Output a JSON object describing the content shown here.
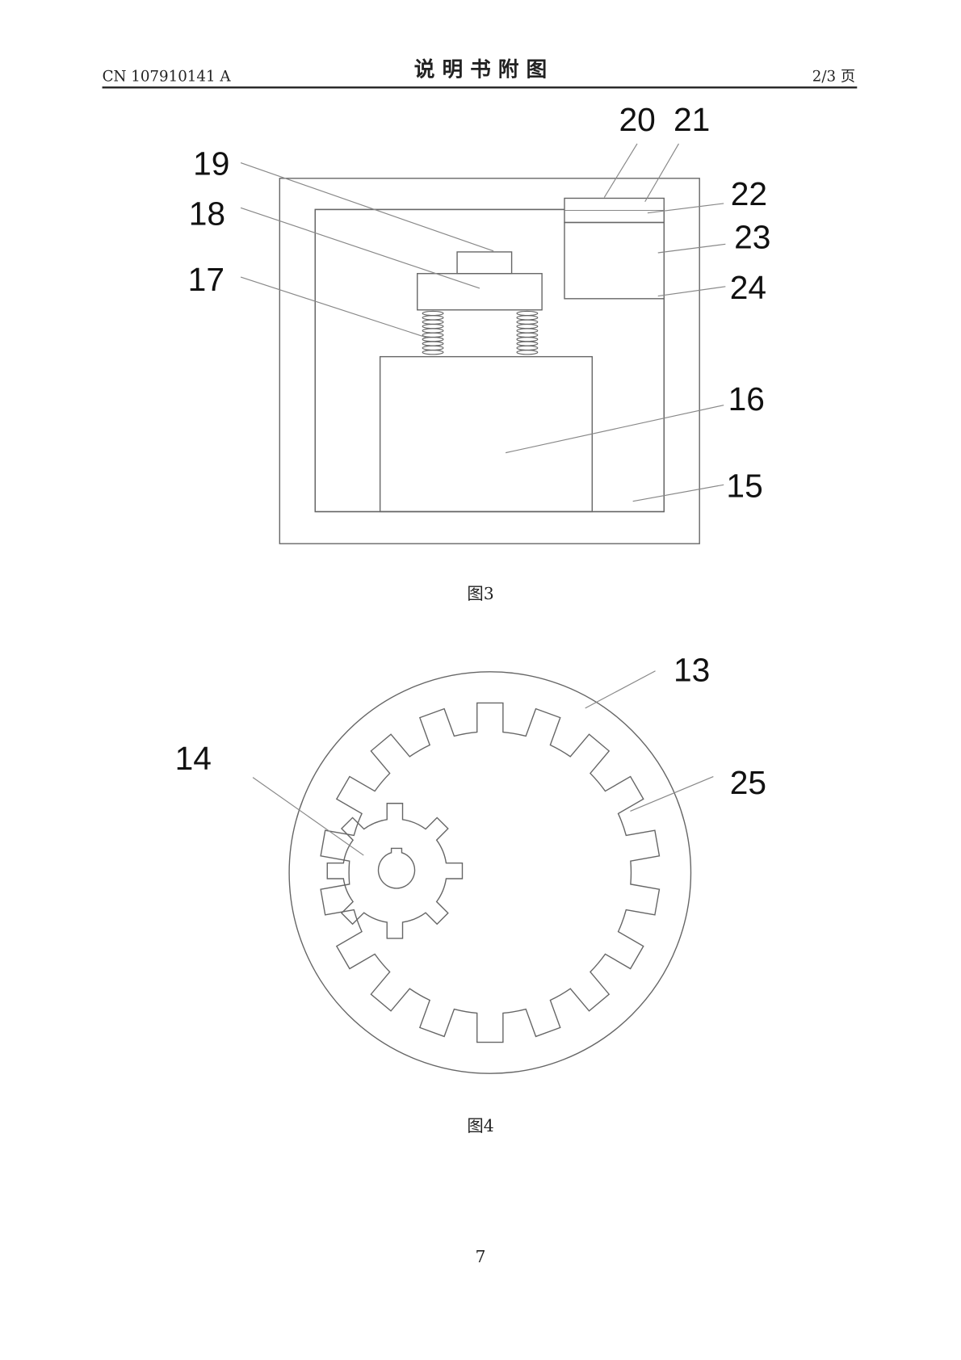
{
  "header": {
    "doc_number": "CN 107910141 A",
    "title": "说 明 书 附 图",
    "page_of": "2/3 页"
  },
  "figure3": {
    "caption": "图3",
    "labels": [
      "19",
      "18",
      "17",
      "20",
      "21",
      "22",
      "23",
      "24",
      "16",
      "15"
    ]
  },
  "figure4": {
    "caption": "图4",
    "labels": [
      "14",
      "13",
      "25"
    ]
  },
  "footer": {
    "page_number": "7"
  }
}
